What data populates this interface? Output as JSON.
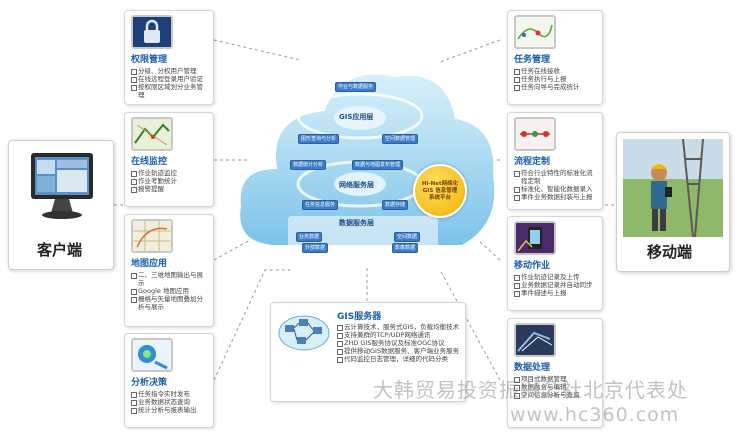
{
  "client": {
    "label": "客户端"
  },
  "mobile": {
    "label": "移动端"
  },
  "left_modules": [
    {
      "title": "权限管理",
      "items": [
        "分级、分权用户管理",
        "在线远程登录用户验证",
        "按权限区域划分业务管理"
      ],
      "icon": "lock-icon"
    },
    {
      "title": "在线监控",
      "items": [
        "作业轨迹监控",
        "作业考勤统计",
        "报警提醒"
      ],
      "icon": "map-route-icon"
    },
    {
      "title": "地图应用",
      "items": [
        "二、三维地图输出与展示",
        "Google 地图应用",
        "栅格与矢量地图叠加分析与展示"
      ],
      "icon": "map-icon"
    },
    {
      "title": "分析决策",
      "items": [
        "任务指令实时发布",
        "业务数据状态查询",
        "统计分析与报表输出"
      ],
      "icon": "analysis-icon"
    }
  ],
  "right_modules": [
    {
      "title": "任务管理",
      "items": [
        "任务在线接收",
        "任务执行与上报",
        "任务向导与完成统计"
      ],
      "icon": "task-map-icon"
    },
    {
      "title": "流程定制",
      "items": [
        "符合行业特性的标准化流程定制",
        "标准化、智能化数据录入",
        "事件业务数据封装与上报"
      ],
      "icon": "flow-icon"
    },
    {
      "title": "移动作业",
      "items": [
        "作业轨迹记录及上传",
        "业务数据记录并自动同步",
        "事件描述与上报"
      ],
      "icon": "mobile-work-icon"
    },
    {
      "title": "数据处理",
      "items": [
        "项目式数据管理",
        "数据融合与编辑",
        "空间信息分析与查询"
      ],
      "icon": "data-process-icon"
    }
  ],
  "gis_server": {
    "title": "GIS服务器",
    "items": [
      "云计算技术，服务式GIS，负载均衡技术",
      "支持兼群的TCP/UDP网络通讯",
      "ZHD GIS服务协议及标准OGC协议",
      "提供移动GIS数据服务、客户端业务服务",
      "代码监控日志管理，详细的代码分类"
    ]
  },
  "cloud": {
    "gis_app": "GIS应用层",
    "network": "网络服务层",
    "data": "数据服务层",
    "top_pill": "作业与数据服务",
    "pills": [
      "图形查询与分析",
      "空间数据管理",
      "数据统计分析",
      "数据与地图发布管理",
      "任务信息服务",
      "数据存储",
      "业务数据",
      "空间数据",
      "外部数据",
      "影像数据"
    ],
    "hinet": [
      "Hi-Net网络化",
      "GIS 信息管理",
      "系统平台"
    ]
  },
  "watermark": {
    "line1": "大韩贸易投资振兴公社北京代表处",
    "line2": "www.hc360.com"
  },
  "colors": {
    "accent": "#1a5ea8",
    "cloud": "#8fd0f0"
  }
}
